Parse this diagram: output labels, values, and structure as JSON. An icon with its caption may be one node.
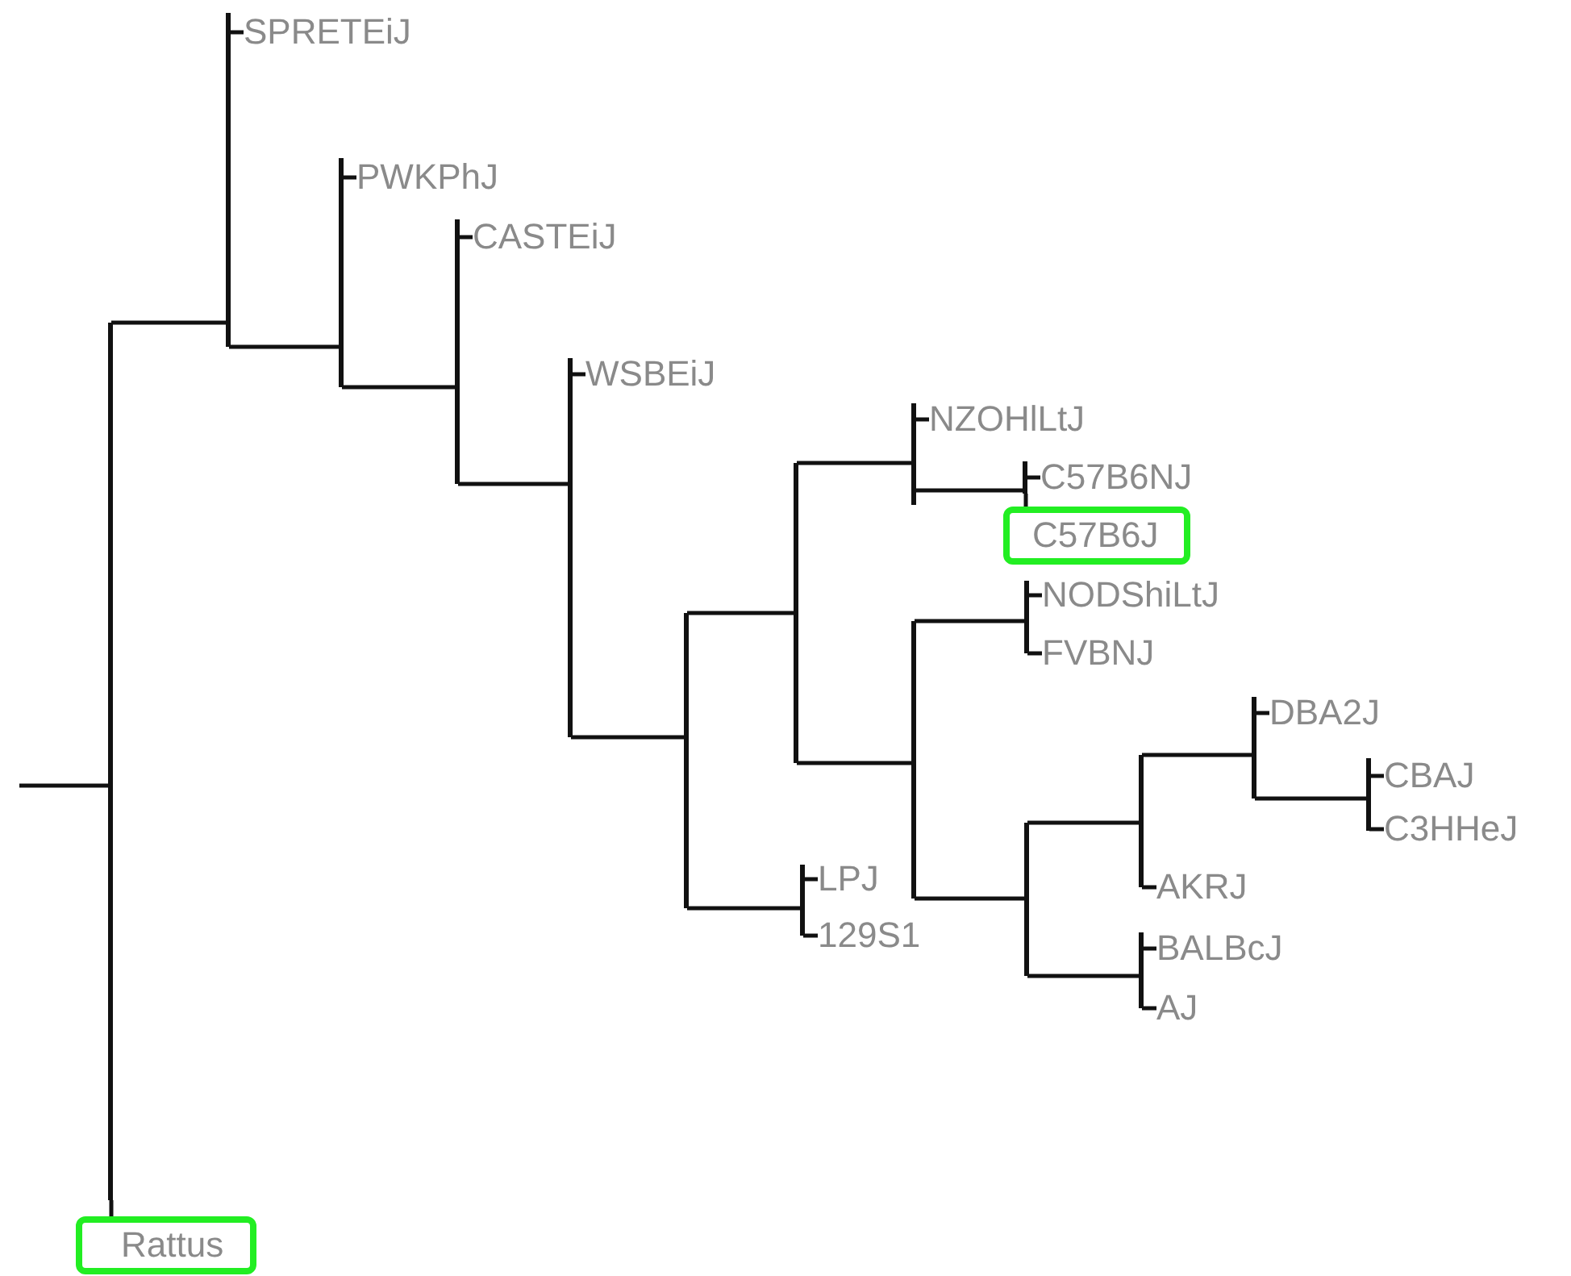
{
  "diagram": {
    "nodes": [
      {
        "text": [],
        "shape": "bar"
      },
      {
        "text": [],
        "shape": "bar"
      },
      {
        "text": [
          "SPRETEiJ"
        ]
      },
      {
        "text": [],
        "shape": "bar"
      },
      {
        "text": [
          "PWKPhJ"
        ]
      },
      {
        "text": [],
        "shape": "bar"
      },
      {
        "text": [
          "CASTEiJ"
        ]
      },
      {
        "text": [],
        "shape": "bar"
      },
      {
        "text": [
          "WSBEiJ"
        ]
      },
      {
        "text": [],
        "shape": "bar"
      },
      {
        "text": [],
        "shape": "bar"
      },
      {
        "text": [],
        "shape": "bar"
      },
      {
        "text": [
          "NZOHlLtJ"
        ]
      },
      {
        "text": [],
        "shape": "bar"
      },
      {
        "text": [
          "C57B6NJ"
        ]
      },
      {
        "text": [
          "C57B6J"
        ]
      },
      {
        "text": [],
        "shape": "bar"
      },
      {
        "text": [],
        "shape": "bar"
      },
      {
        "text": [
          "NODShiLtJ"
        ]
      },
      {
        "text": [
          "FVBNJ"
        ]
      },
      {
        "text": [],
        "shape": "bar"
      },
      {
        "text": [],
        "shape": "bar"
      },
      {
        "text": [],
        "shape": "bar"
      },
      {
        "text": [
          "DBA2J"
        ]
      },
      {
        "text": [],
        "shape": "bar"
      },
      {
        "text": [
          "CBAJ"
        ]
      },
      {
        "text": [
          "C3HHeJ"
        ]
      },
      {
        "text": [
          "AKRJ"
        ]
      },
      {
        "text": [],
        "shape": "bar"
      },
      {
        "text": [
          "BALBcJ"
        ]
      },
      {
        "text": [
          "AJ"
        ]
      },
      {
        "text": [],
        "shape": "bar"
      },
      {
        "text": [
          "LPJ"
        ]
      },
      {
        "text": [
          "129S1"
        ]
      },
      {
        "text": [
          "Rattus"
        ]
      }
    ],
    "edges": [
      {
        "from": null,
        "to": 0,
        "arrow": "none"
      },
      {
        "from": 0,
        "to": 1,
        "arrow": "none"
      },
      {
        "from": 0,
        "to": 34,
        "arrow": "none"
      },
      {
        "from": 1,
        "to": 2,
        "arrow": "none"
      },
      {
        "from": 1,
        "to": 3,
        "arrow": "none"
      },
      {
        "from": 3,
        "to": 4,
        "arrow": "none"
      },
      {
        "from": 3,
        "to": 5,
        "arrow": "none"
      },
      {
        "from": 5,
        "to": 6,
        "arrow": "none"
      },
      {
        "from": 5,
        "to": 7,
        "arrow": "none"
      },
      {
        "from": 7,
        "to": 8,
        "arrow": "none"
      },
      {
        "from": 7,
        "to": 9,
        "arrow": "none"
      },
      {
        "from": 9,
        "to": 10,
        "arrow": "none"
      },
      {
        "from": 9,
        "to": 31,
        "arrow": "none"
      },
      {
        "from": 10,
        "to": 11,
        "arrow": "none"
      },
      {
        "from": 10,
        "to": 16,
        "arrow": "none"
      },
      {
        "from": 11,
        "to": 12,
        "arrow": "none"
      },
      {
        "from": 11,
        "to": 13,
        "arrow": "none"
      },
      {
        "from": 13,
        "to": 14,
        "arrow": "none"
      },
      {
        "from": 13,
        "to": 15,
        "arrow": "none"
      },
      {
        "from": 16,
        "to": 17,
        "arrow": "none"
      },
      {
        "from": 16,
        "to": 20,
        "arrow": "none"
      },
      {
        "from": 17,
        "to": 18,
        "arrow": "none"
      },
      {
        "from": 17,
        "to": 19,
        "arrow": "none"
      },
      {
        "from": 20,
        "to": 21,
        "arrow": "none"
      },
      {
        "from": 20,
        "to": 28,
        "arrow": "none"
      },
      {
        "from": 21,
        "to": 22,
        "arrow": "none"
      },
      {
        "from": 21,
        "to": 27,
        "arrow": "none"
      },
      {
        "from": 22,
        "to": 23,
        "arrow": "none"
      },
      {
        "from": 22,
        "to": 24,
        "arrow": "none"
      },
      {
        "from": 24,
        "to": 25,
        "arrow": "none"
      },
      {
        "from": 24,
        "to": 26,
        "arrow": "none"
      },
      {
        "from": 28,
        "to": 29,
        "arrow": "none"
      },
      {
        "from": 28,
        "to": 30,
        "arrow": "none"
      },
      {
        "from": 31,
        "to": 32,
        "arrow": "none"
      },
      {
        "from": 31,
        "to": 33,
        "arrow": "none"
      }
    ]
  }
}
